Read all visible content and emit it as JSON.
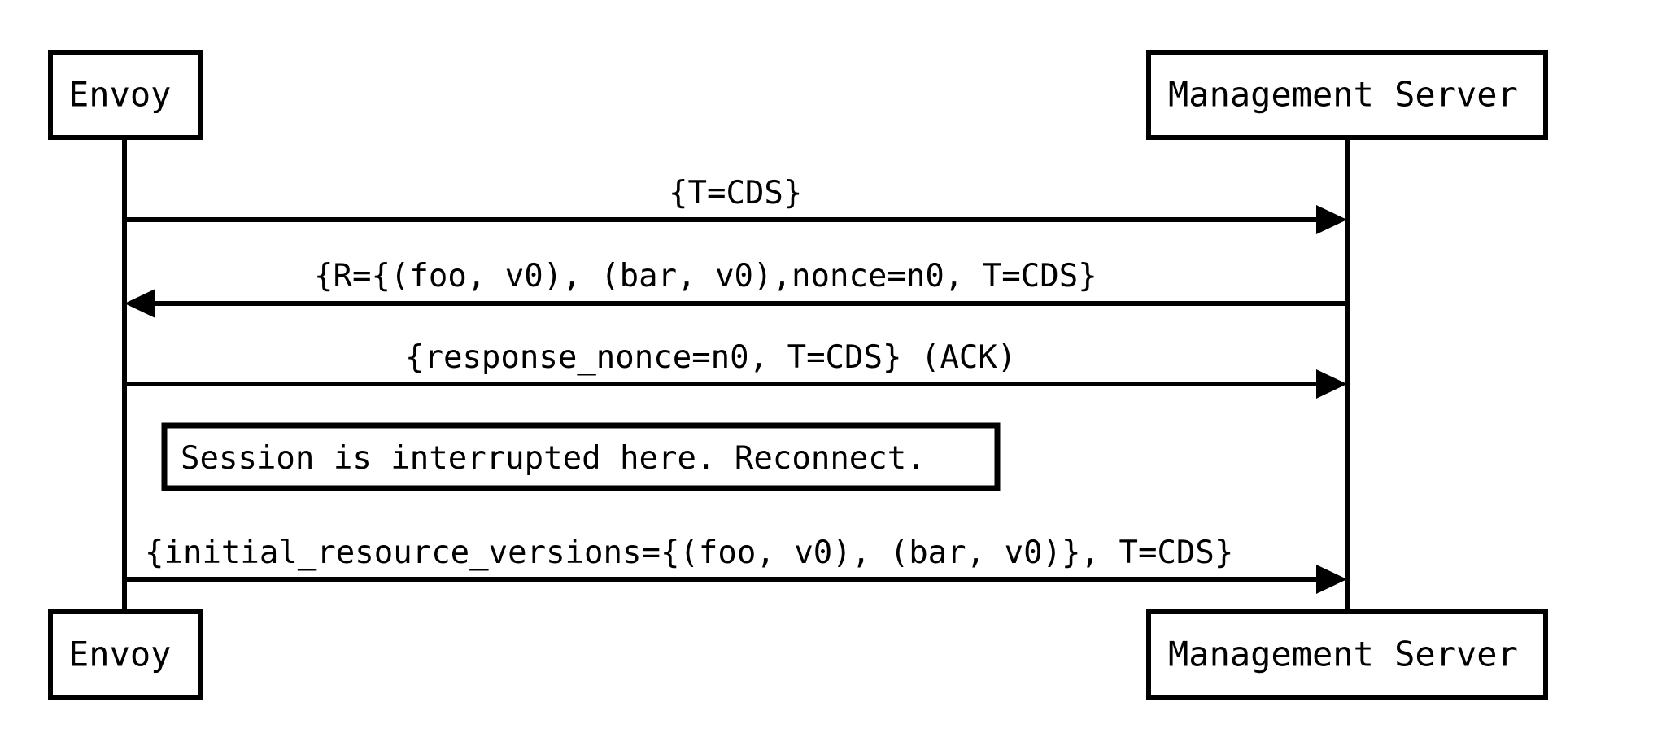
{
  "diagram": {
    "type": "sequence-diagram",
    "background_color": "#ffffff",
    "stroke_color": "#000000",
    "participants": [
      {
        "id": "envoy",
        "label": "Envoy"
      },
      {
        "id": "management_server",
        "label": "Management Server"
      }
    ],
    "participant_boxes": {
      "top_left_label": "Envoy",
      "top_right_label": "Management Server",
      "bottom_left_label": "Envoy",
      "bottom_right_label": "Management Server"
    },
    "messages": [
      {
        "index": 1,
        "from": "envoy",
        "to": "management_server",
        "direction": "right",
        "label": "{T=CDS}"
      },
      {
        "index": 2,
        "from": "management_server",
        "to": "envoy",
        "direction": "left",
        "label": "{R={(foo, v0), (bar, v0),nonce=n0, T=CDS}"
      },
      {
        "index": 3,
        "from": "envoy",
        "to": "management_server",
        "direction": "right",
        "label": "{response_nonce=n0, T=CDS} (ACK)"
      },
      {
        "index": 4,
        "from": "envoy",
        "to": "management_server",
        "direction": "right",
        "label": "{initial_resource_versions={(foo, v0), (bar, v0)}, T=CDS}"
      }
    ],
    "notes": [
      {
        "index": 1,
        "text": "Session is interrupted here. Reconnect.",
        "after_message": 3
      }
    ]
  }
}
